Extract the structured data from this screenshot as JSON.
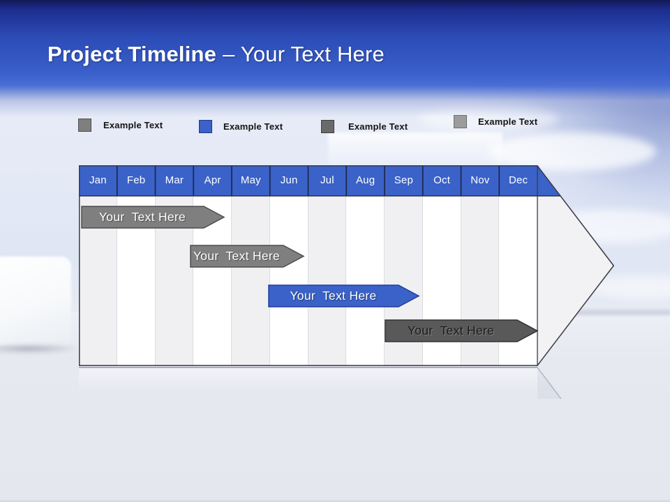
{
  "title": {
    "bold": "Project Timeline",
    "rest": "– Your Text Here"
  },
  "legend": {
    "items": [
      {
        "label": "Example Text",
        "color": "#7f7f7f"
      },
      {
        "label": "Example Text",
        "color": "#3a62c8"
      },
      {
        "label": "Example Text",
        "color": "#6a6a6a"
      },
      {
        "label": "Example Text",
        "color": "#9c9c9c"
      }
    ]
  },
  "timeline": {
    "months": [
      "Jan",
      "Feb",
      "Mar",
      "Apr",
      "May",
      "Jun",
      "Jul",
      "Aug",
      "Sep",
      "Oct",
      "Nov",
      "Dec"
    ],
    "header_color": "#3a62c8",
    "bars": [
      {
        "label": "Your  Text Here",
        "start": "Jan",
        "end": "Mar",
        "color": "#7f7f7f",
        "text_color": "#ffffff"
      },
      {
        "label": "Your  Text Here",
        "start": "Apr",
        "end": "Jun",
        "color": "#7f7f7f",
        "text_color": "#ffffff"
      },
      {
        "label": "Your  Text Here",
        "start": "Jun",
        "end": "Sep",
        "color": "#3a62c8",
        "text_color": "#ffffff"
      },
      {
        "label": "Your  Text Here",
        "start": "Sep",
        "end": "Dec",
        "color": "#595959",
        "text_color": "#1a1a1a"
      }
    ]
  },
  "chart_data": {
    "type": "bar",
    "subtype": "gantt-timeline",
    "title": "Project Timeline – Your Text Here",
    "categories": [
      "Jan",
      "Feb",
      "Mar",
      "Apr",
      "May",
      "Jun",
      "Jul",
      "Aug",
      "Sep",
      "Oct",
      "Nov",
      "Dec"
    ],
    "legend": [
      "Example Text",
      "Example Text",
      "Example Text",
      "Example Text"
    ],
    "legend_position": "top",
    "grid": "vertical-month-columns",
    "bars": [
      {
        "label": "Your Text Here",
        "row": 1,
        "start": "Jan",
        "end": "Mar",
        "color": "#7f7f7f"
      },
      {
        "label": "Your Text Here",
        "row": 2,
        "start": "Apr",
        "end": "Jun",
        "color": "#7f7f7f"
      },
      {
        "label": "Your Text Here",
        "row": 3,
        "start": "Jun",
        "end": "Sep",
        "color": "#3a62c8"
      },
      {
        "label": "Your Text Here",
        "row": 4,
        "start": "Sep",
        "end": "Dec",
        "color": "#595959"
      }
    ]
  }
}
